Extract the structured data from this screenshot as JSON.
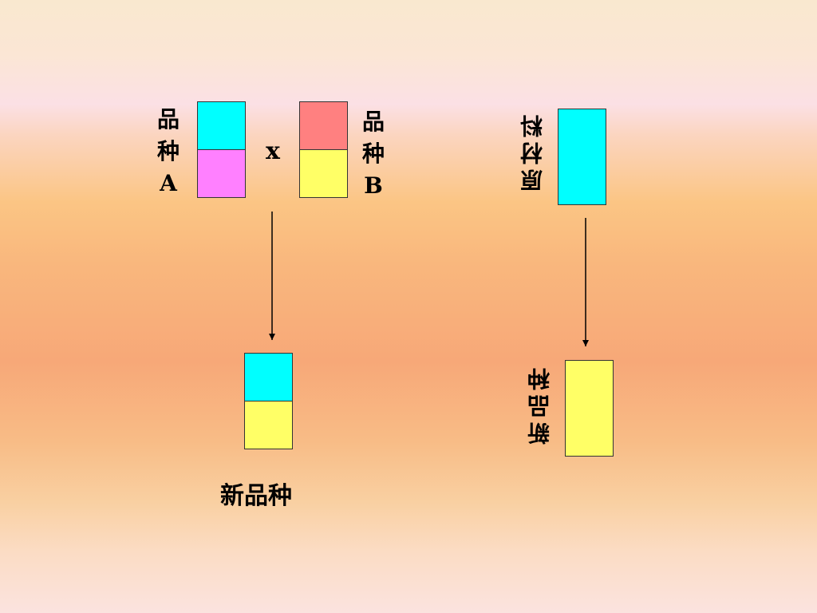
{
  "left_cross": {
    "parent_a": {
      "label_lines": [
        "品",
        "种",
        "A"
      ],
      "top_color": "#00ffff",
      "bottom_color": "#ff80ff"
    },
    "cross_symbol": "x",
    "parent_b": {
      "label_lines": [
        "品",
        "种",
        "B"
      ],
      "top_color": "#ff8080",
      "bottom_color": "#ffff66"
    },
    "offspring": {
      "label": "新品种",
      "top_color": "#00ffff",
      "bottom_color": "#ffff66"
    }
  },
  "right_mutation": {
    "source": {
      "label": "原材料",
      "color": "#00ffff"
    },
    "result": {
      "label": "新品种",
      "color": "#ffff66"
    }
  }
}
